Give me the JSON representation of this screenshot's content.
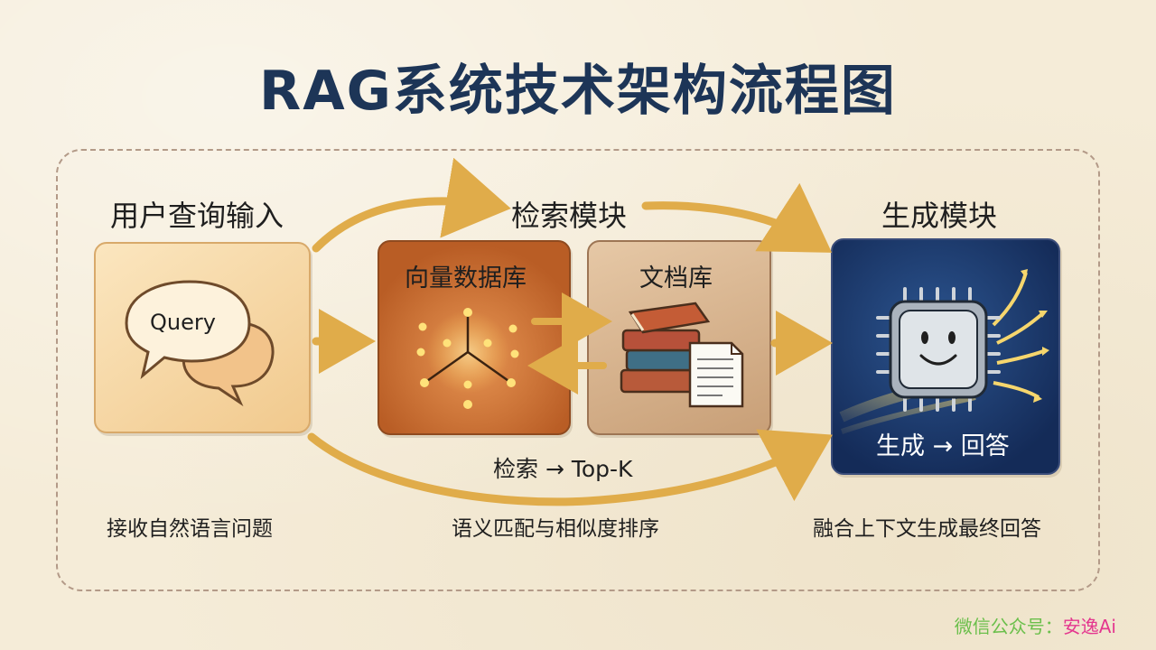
{
  "title": "RAG系统技术架构流程图",
  "sections": {
    "input": {
      "label": "用户查询输入",
      "bubble_text": "Query",
      "caption": "接收自然语言问题"
    },
    "retrieval": {
      "label": "检索模块",
      "vector_db": "向量数据库",
      "doc_store": "文档库",
      "flow_text": "检索 → Top-K",
      "caption": "语义匹配与相似度排序"
    },
    "generation": {
      "label": "生成模块",
      "inner_text": "生成 → 回答",
      "caption": "融合上下文生成最终回答"
    }
  },
  "watermark": {
    "prefix": "微信公众号：",
    "name": "安逸Ai"
  },
  "icons": [
    "speech-bubble-icon",
    "vector-graph-icon",
    "books-icon",
    "document-icon",
    "chip-smiley-icon"
  ],
  "colors": {
    "title": "#1d3557",
    "arrow": "#e0ac4a",
    "vector_card": "#c8692c",
    "doc_card": "#d7b48e",
    "gen_card": "#1c3a6e"
  }
}
